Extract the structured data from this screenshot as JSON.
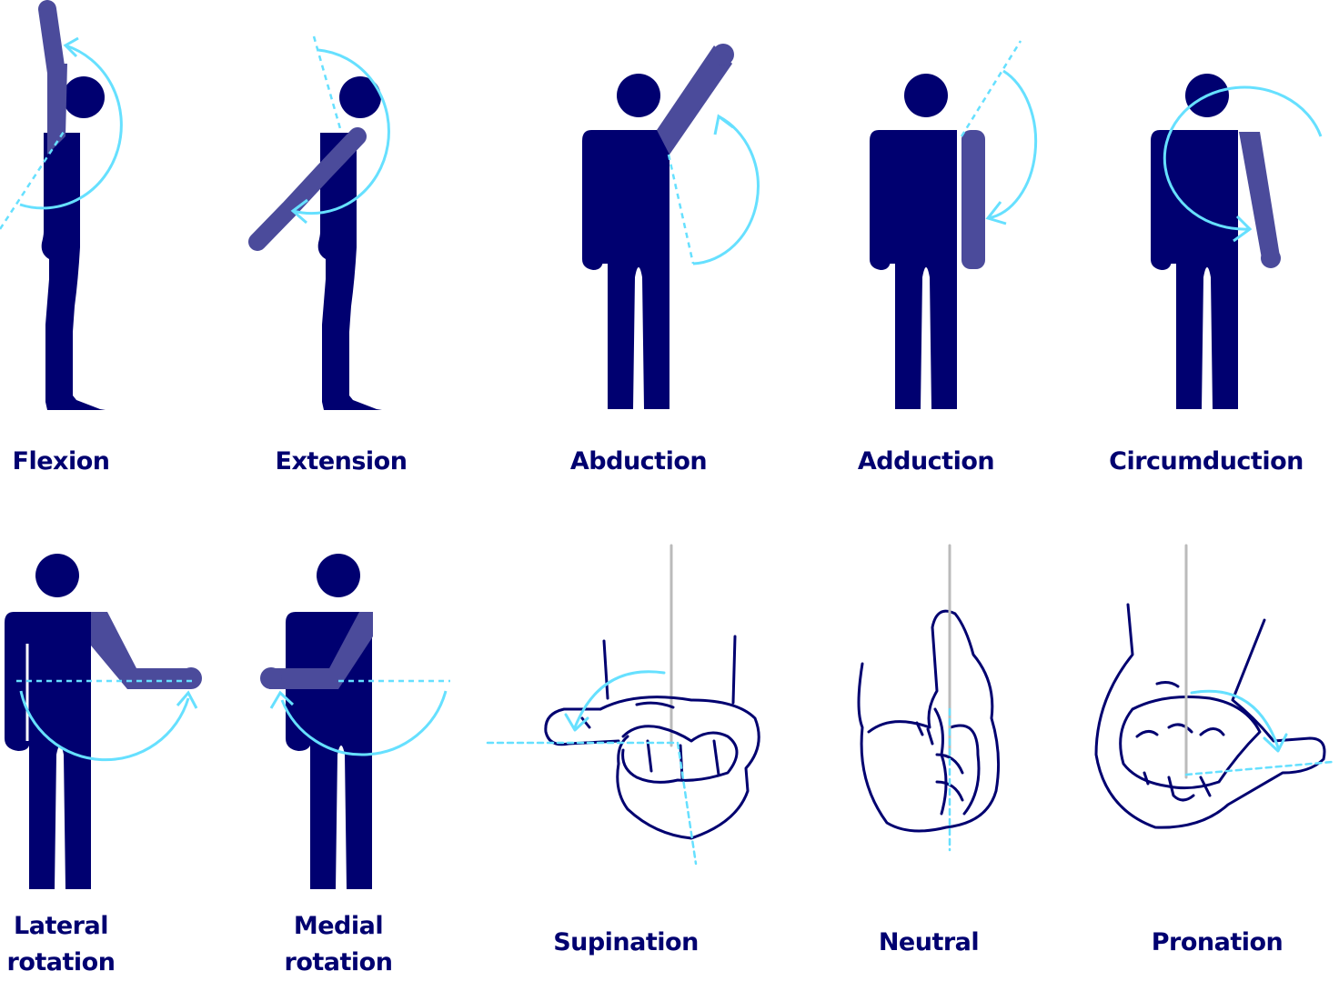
{
  "title": "Types of body movement",
  "colors": {
    "figure": "#000070",
    "moving_limb": "#4b4b9b",
    "motion_arrow": "#66e0ff",
    "reference_axis": "#bbbbbb"
  },
  "top_row": [
    {
      "label": "Flexion"
    },
    {
      "label": "Extension"
    },
    {
      "label": "Abduction"
    },
    {
      "label": "Adduction"
    },
    {
      "label": "Circumduction"
    }
  ],
  "bottom_row": [
    {
      "label_line1": "Lateral",
      "label_line2": "rotation"
    },
    {
      "label_line1": "Medial",
      "label_line2": "rotation"
    },
    {
      "label": "Supination"
    },
    {
      "label": "Neutral"
    },
    {
      "label": "Pronation"
    }
  ]
}
